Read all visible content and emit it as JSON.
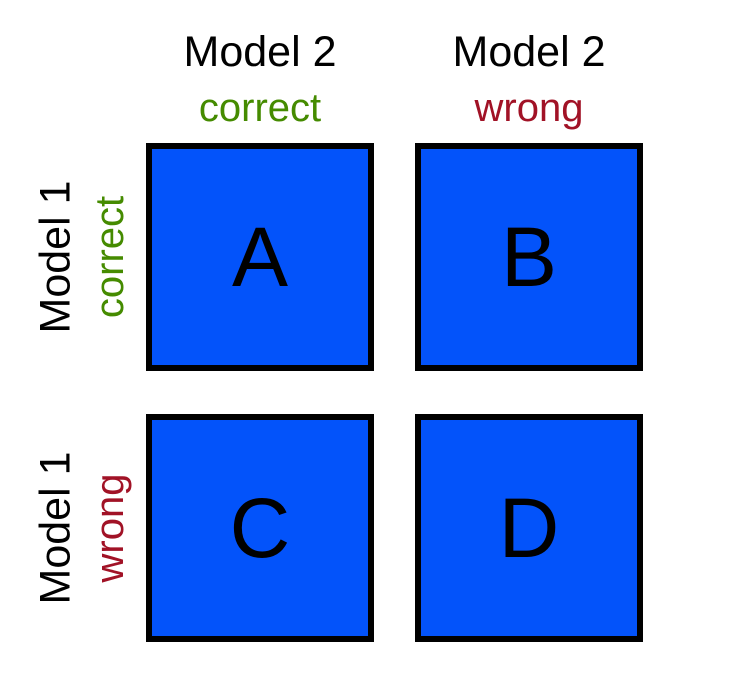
{
  "figure": {
    "columns": [
      {
        "model": "Model 2",
        "outcome": "correct"
      },
      {
        "model": "Model 2",
        "outcome": "wrong"
      }
    ],
    "rows": [
      {
        "model": "Model 1",
        "outcome": "correct"
      },
      {
        "model": "Model 1",
        "outcome": "wrong"
      }
    ],
    "cells": [
      {
        "label": "A",
        "row": "Model 1 correct",
        "col": "Model 2 correct"
      },
      {
        "label": "B",
        "row": "Model 1 correct",
        "col": "Model 2 wrong"
      },
      {
        "label": "C",
        "row": "Model 1 wrong",
        "col": "Model 2 correct"
      },
      {
        "label": "D",
        "row": "Model 1 wrong",
        "col": "Model 2 wrong"
      }
    ],
    "colors": {
      "correct": "#458b00",
      "wrong": "#a11226",
      "cell_fill": "#0353fa",
      "cell_border": "#000000",
      "text": "#000000",
      "background": "#ffffff"
    }
  }
}
